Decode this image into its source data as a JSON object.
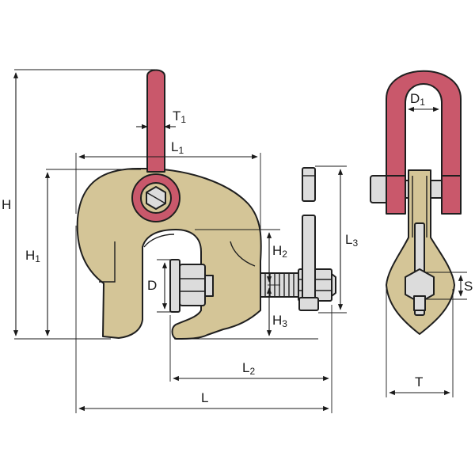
{
  "colors": {
    "body_fill": "#d4c597",
    "shackle_fill": "#c9586b",
    "bolt_fill": "#dcdcdc",
    "line": "#1f1f1f"
  },
  "labels": {
    "H": "H",
    "H1": {
      "base": "H",
      "sub": "1"
    },
    "H2": {
      "base": "H",
      "sub": "2"
    },
    "H3": {
      "base": "H",
      "sub": "3"
    },
    "T1": {
      "base": "T",
      "sub": "1"
    },
    "L1": {
      "base": "L",
      "sub": "1"
    },
    "L2": {
      "base": "L",
      "sub": "2"
    },
    "L3": {
      "base": "L",
      "sub": "3"
    },
    "L": "L",
    "D": "D",
    "D1": {
      "base": "D",
      "sub": "1"
    },
    "S": "S",
    "T": "T"
  }
}
